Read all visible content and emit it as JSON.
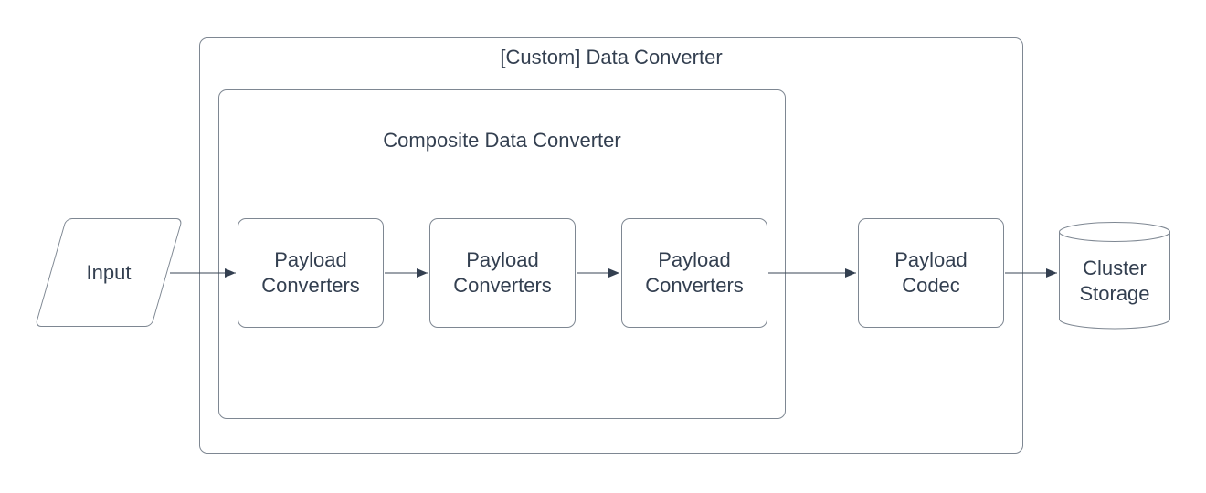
{
  "diagram": {
    "outer_group": {
      "label": "[Custom] Data Converter"
    },
    "composite_group": {
      "label": "Composite Data Converter"
    },
    "nodes": {
      "input": {
        "label": "Input",
        "shape": "parallelogram"
      },
      "payload_converters": [
        {
          "label": "Payload Converters"
        },
        {
          "label": "Payload Converters"
        },
        {
          "label": "Payload Converters"
        }
      ],
      "payload_codec": {
        "label": "Payload Codec",
        "shape": "predefined-process"
      },
      "cluster_storage": {
        "label": "Cluster Storage",
        "shape": "cylinder"
      }
    },
    "edges": [
      {
        "from": "input",
        "to": "payload-converters-1"
      },
      {
        "from": "payload-converters-1",
        "to": "payload-converters-2"
      },
      {
        "from": "payload-converters-2",
        "to": "payload-converters-3"
      },
      {
        "from": "payload-converters-3",
        "to": "payload-codec"
      },
      {
        "from": "payload-codec",
        "to": "cluster-storage"
      }
    ],
    "colors": {
      "background": "#ffffff",
      "shape_fill": "#ffffff",
      "shape_stroke": "#7e8792",
      "text": "#333f50",
      "arrowhead": "#333f50"
    }
  }
}
